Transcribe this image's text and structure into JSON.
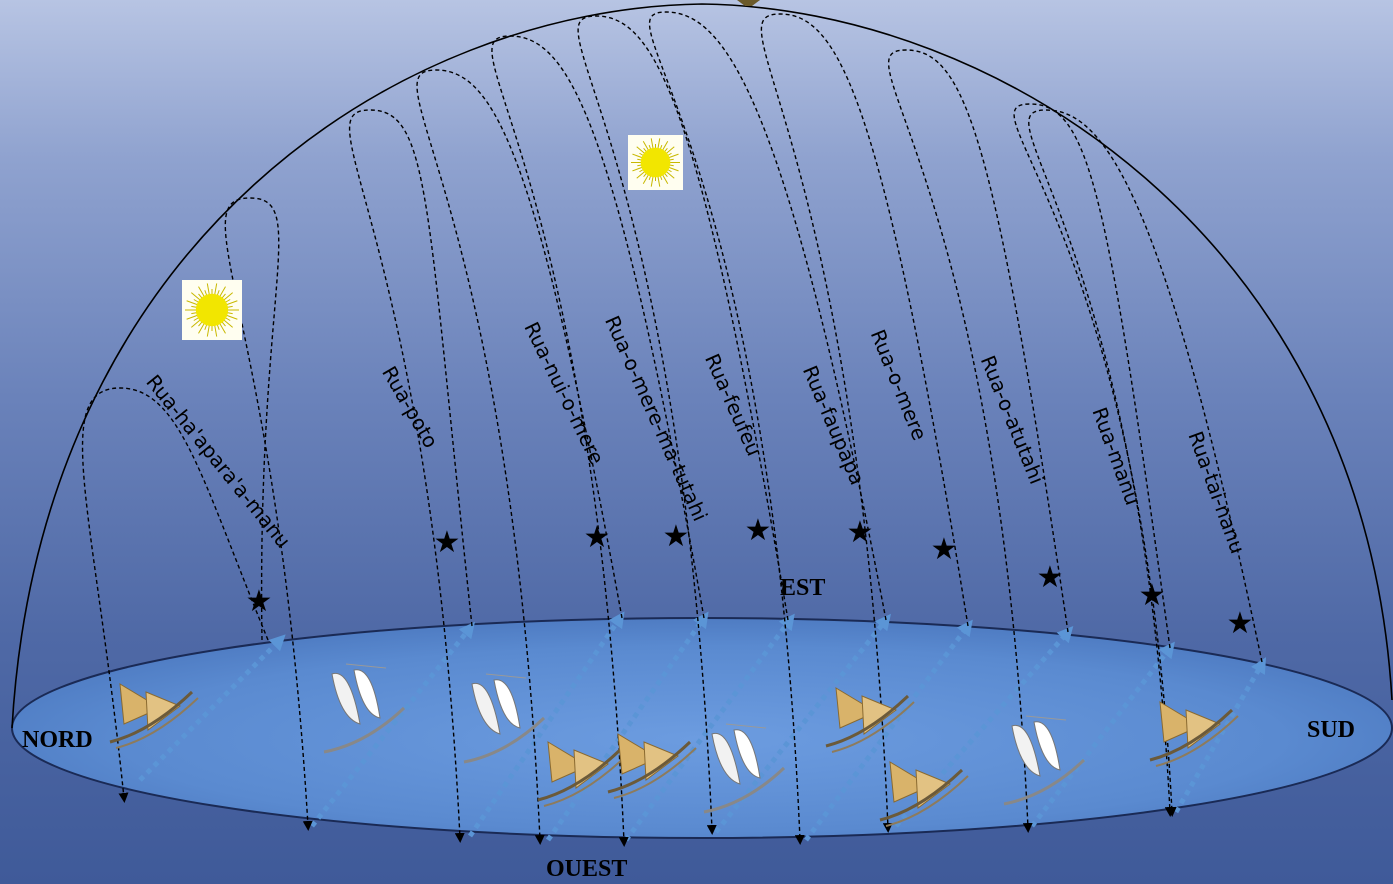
{
  "directions": {
    "north": "NORD",
    "south": "SUD",
    "east": "EST",
    "west": "OUEST"
  },
  "paths": [
    "Rua-ha'apara'a-manu",
    "Rua-poto",
    "Rua-nui-o-mere",
    "Rua-o-mere-ma-tutahi",
    "Rua-feufeu",
    "Rua-faupapa",
    "Rua-o-mere",
    "Rua-o-atutahi",
    "Rua-manu",
    "Rua-tai-nanu"
  ],
  "icons": {
    "sun": "sun-icon",
    "star": "star-icon",
    "canoe": "canoe-icon"
  },
  "star_glyph": "★",
  "colors": {
    "sky_top": "#b7c4e3",
    "sky_bottom": "#3f5a99",
    "ocean": "#5d8fd4",
    "ocean_dark": "#4676bd",
    "arrow_blue": "#5b95d6",
    "sun": "#f2e600",
    "sail": "#d9b36a"
  }
}
